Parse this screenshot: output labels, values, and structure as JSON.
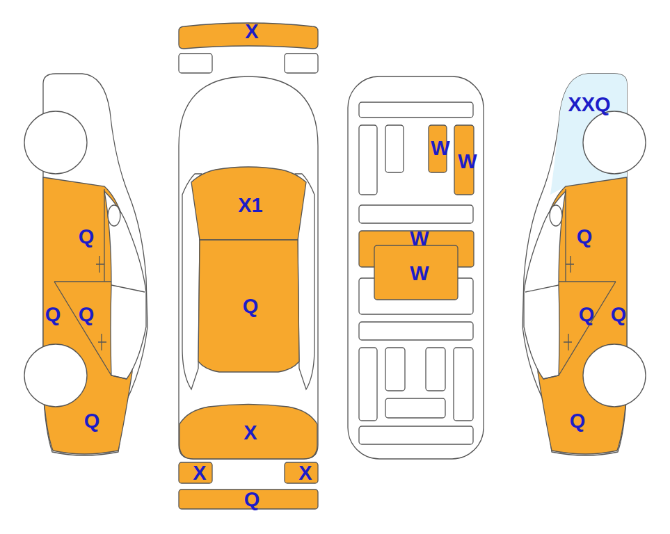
{
  "diagram": {
    "labels": [
      "X",
      "XXQ",
      "W",
      "W",
      "X1",
      "Q",
      "W",
      "Q",
      "W",
      "Q",
      "Q",
      "Q",
      "Q",
      "Q",
      "Q",
      "Q",
      "X",
      "X",
      "X",
      "Q"
    ]
  }
}
